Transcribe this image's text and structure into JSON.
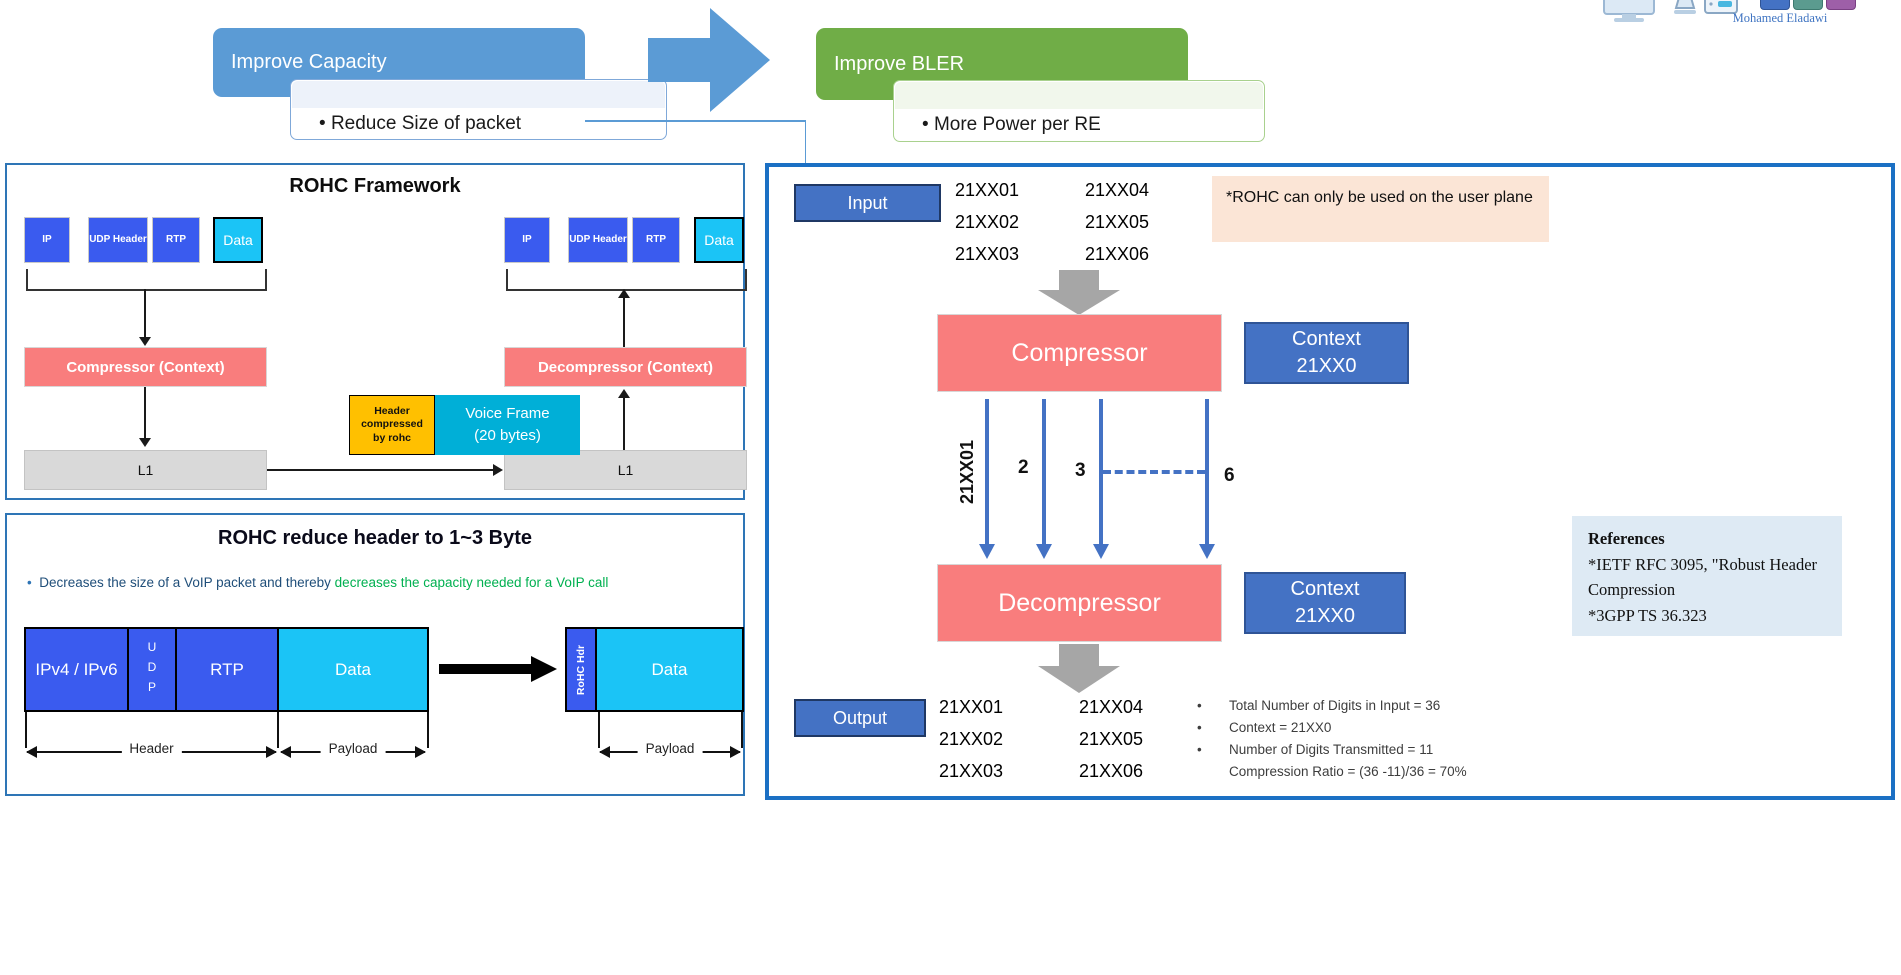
{
  "header": {
    "author": "Mohamed Eladawi",
    "capacity_banner": "Improve Capacity",
    "capacity_bullet": "Reduce Size of packet",
    "bler_banner": "Improve BLER",
    "bler_bullet": "More Power per RE"
  },
  "framework": {
    "title": "ROHC Framework",
    "left_packets": [
      "IP",
      "UDP Header",
      "RTP",
      "Data"
    ],
    "right_packets": [
      "IP",
      "UDP Header",
      "RTP",
      "Data"
    ],
    "compressor": "Compressor (Context)",
    "decompressor": "Decompressor (Context)",
    "l1_left": "L1",
    "l1_right": "L1",
    "header_compressed": "Header compressed by rohc",
    "voice_frame_line1": "Voice Frame",
    "voice_frame_line2": "(20 bytes)"
  },
  "reduce": {
    "title": "ROHC reduce header to 1~3 Byte",
    "bullet_blue": "Decreases the size of a VoIP packet and thereby ",
    "bullet_green": "decreases the capacity needed for a VoIP call",
    "seg_ip": "IPv4 / IPv6",
    "seg_udp": "UDP",
    "seg_rtp": "RTP",
    "seg_data": "Data",
    "header_label": "Header",
    "payload_label": "Payload",
    "rohc_hdr": "RoHC Hdr",
    "data2": "Data",
    "payload2_label": "Payload"
  },
  "flow": {
    "input_label": "Input",
    "input_col1": [
      "21XX01",
      "21XX02",
      "21XX03"
    ],
    "input_col2": [
      "21XX04",
      "21XX05",
      "21XX06"
    ],
    "note": "*ROHC can only be used on the user plane",
    "compressor": "Compressor",
    "context_top_line1": "Context",
    "context_top_line2": "21XX0",
    "arrow1_label": "21XX01",
    "arrow2_label": "2",
    "arrow3_label": "3",
    "arrow4_label": "6",
    "references_title": "References",
    "references_line1": "*IETF RFC 3095, \"Robust Header Compression",
    "references_line2": "*3GPP TS 36.323",
    "decompressor": "Decompressor",
    "context_bottom_line1": "Context",
    "context_bottom_line2": "21XX0",
    "output_label": "Output",
    "output_col1": [
      "21XX01",
      "21XX02",
      "21XX03"
    ],
    "output_col2": [
      "21XX04",
      "21XX05",
      "21XX06"
    ],
    "summary": [
      "Total Number of Digits in Input = 36",
      "Context = 21XX0",
      "Number of Digits Transmitted = 11",
      "Compression Ratio = (36 -11)/36 = 70%"
    ]
  },
  "colors": {
    "banner_blue": "#5b9bd5",
    "banner_green": "#70ad47",
    "packet_blue": "#3a5bef",
    "packet_cyan": "#1bc4f6",
    "salmon": "#f97d7d",
    "accent_blue": "#4472c4",
    "gold": "#ffc000",
    "gray_arrow": "#a6a6a6",
    "peach": "#fbe5d6",
    "ref_bg": "#deeaf4"
  }
}
